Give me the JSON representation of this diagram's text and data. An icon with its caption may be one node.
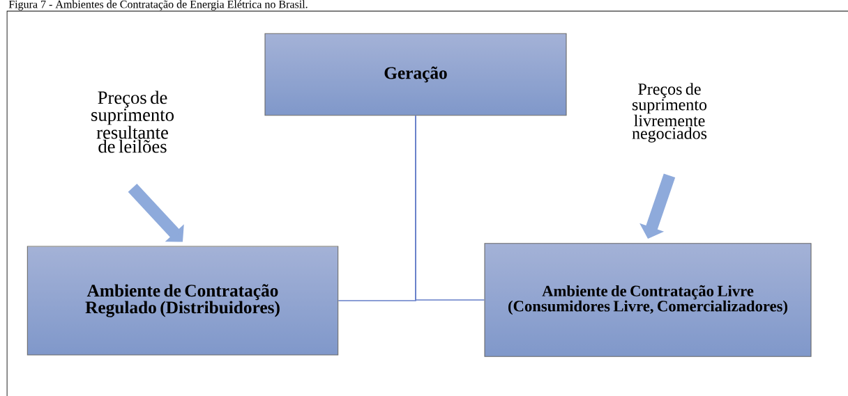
{
  "diagram": {
    "title": "Figura 7 - Ambientes de Contratação de Energia Elétrica no Brasil.",
    "nodes": [
      {
        "text": [
          "Geração"
        ]
      },
      {
        "text": [
          "Ambiente de Contratação Regulado (Distribuidores)"
        ]
      },
      {
        "text": [
          "Ambiente de Contratação Livre (Consumidores Livre, Comercializadores)"
        ]
      },
      {
        "text": [
          "Preços de suprimento resultante de leilões"
        ]
      },
      {
        "text": [
          "Preços de suprimento livremente negociados"
        ]
      }
    ],
    "edges": [
      {
        "from": 0,
        "to": 1,
        "arrow": "none"
      },
      {
        "from": 0,
        "to": 2,
        "arrow": "none"
      },
      {
        "from": 3,
        "to": 1,
        "arrow": "to",
        "style": "thick"
      },
      {
        "from": 4,
        "to": 2,
        "arrow": "to",
        "style": "thick"
      }
    ]
  }
}
